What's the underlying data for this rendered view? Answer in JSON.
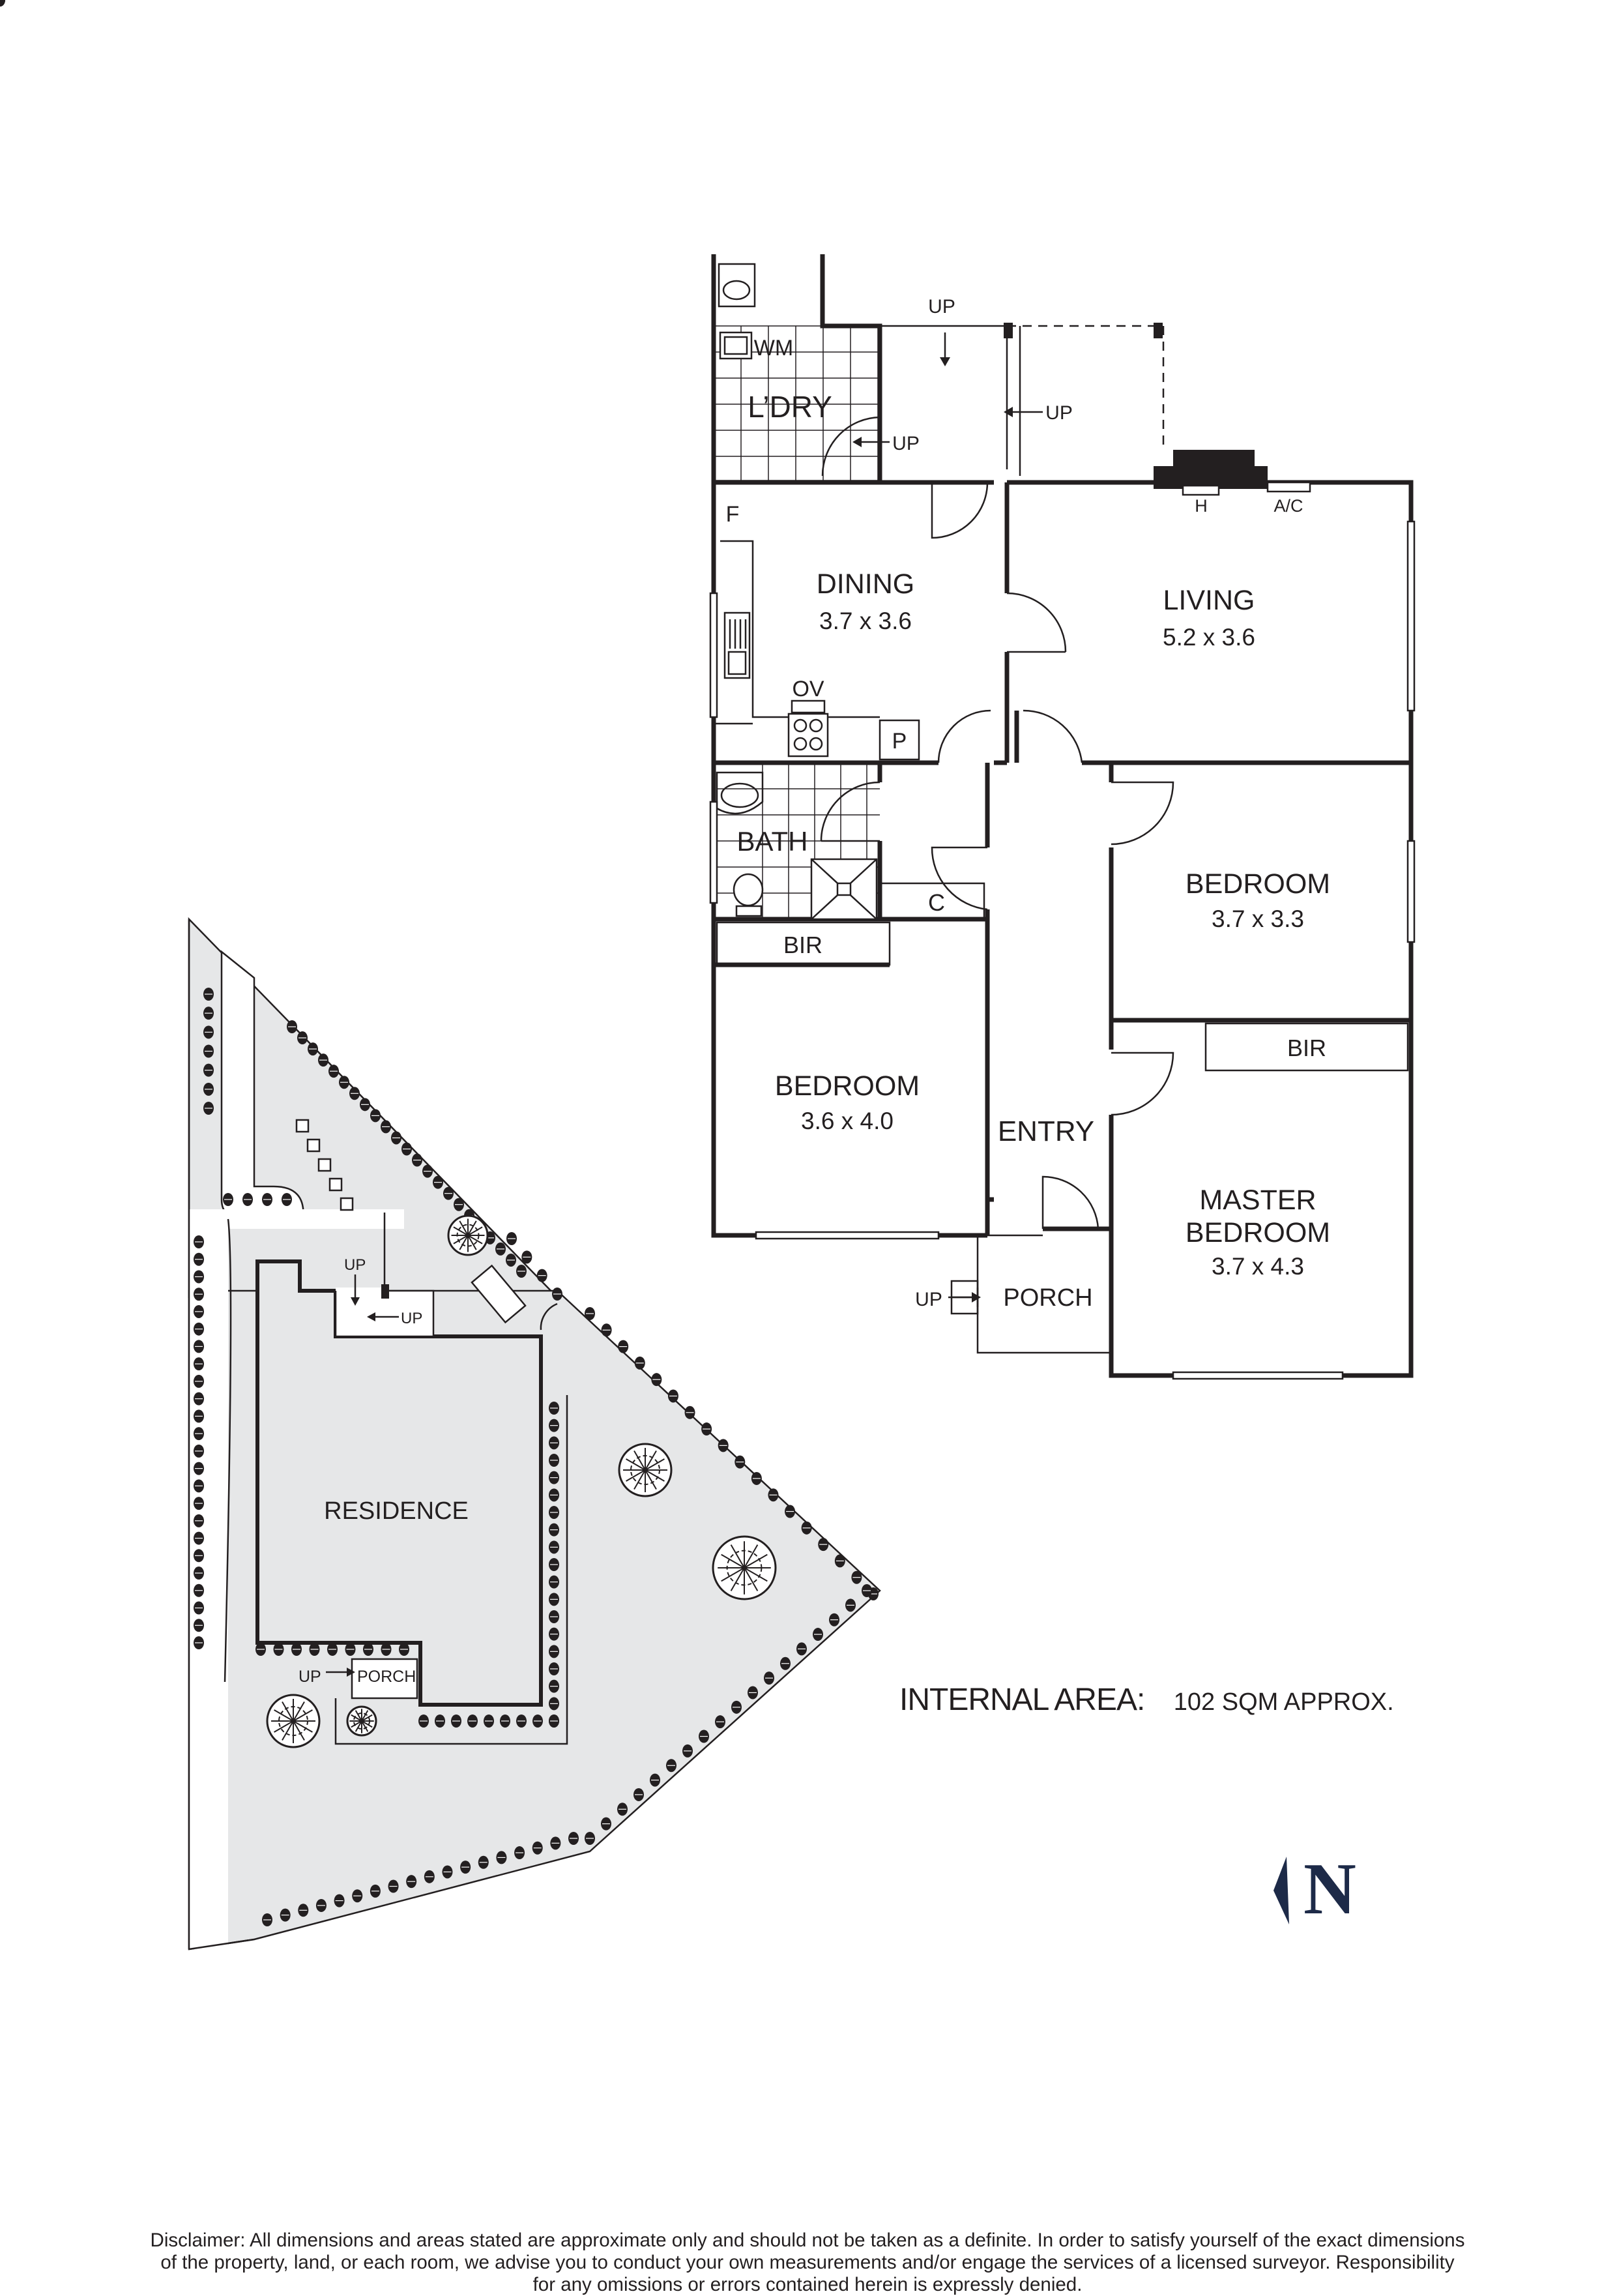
{
  "rooms": {
    "laundry": "L’DRY",
    "wm": "WM",
    "dining": "DINING",
    "dining_size": "3.7 x 3.6",
    "living": "LIVING",
    "living_size": "5.2 x 3.6",
    "bath": "BATH",
    "bedroom1": "BEDROOM",
    "bedroom1_size": "3.7 x 3.3",
    "bedroom2": "BEDROOM",
    "bedroom2_size": "3.6 x 4.0",
    "master_line1": "MASTER",
    "master_line2": "BEDROOM",
    "master_size": "3.7 x 4.3",
    "entry": "ENTRY",
    "porch": "PORCH",
    "bir1": "BIR",
    "bir2": "BIR",
    "cupboard": "C",
    "pantry": "P",
    "fridge": "F",
    "oven": "OV",
    "heater": "H",
    "ac": "A/C"
  },
  "steps": {
    "up_top": "UP",
    "up_laundry": "UP",
    "up_deck": "UP",
    "up_porch": "UP"
  },
  "site": {
    "residence": "RESIDENCE",
    "porch": "PORCH",
    "up_porch": "UP",
    "up_rear1": "UP",
    "up_rear2": "UP"
  },
  "area": {
    "label": "INTERNAL AREA:",
    "value": "102 SQM APPROX."
  },
  "north": {
    "letter": "N"
  },
  "disclaimer": {
    "line1": "Disclaimer: All dimensions and areas stated are approximate only and should not be taken as a definite. In order to satisfy yourself of the exact dimensions",
    "line2": "of the property, land, or each room, we advise you to conduct your own measurements and/or engage the services of a licensed surveyor. Responsibility",
    "line3": "for any omissions or errors contained herein is expressly denied."
  },
  "colors": {
    "ink": "#231f20",
    "garden": "#e6e7e8",
    "background": "#ffffff"
  }
}
